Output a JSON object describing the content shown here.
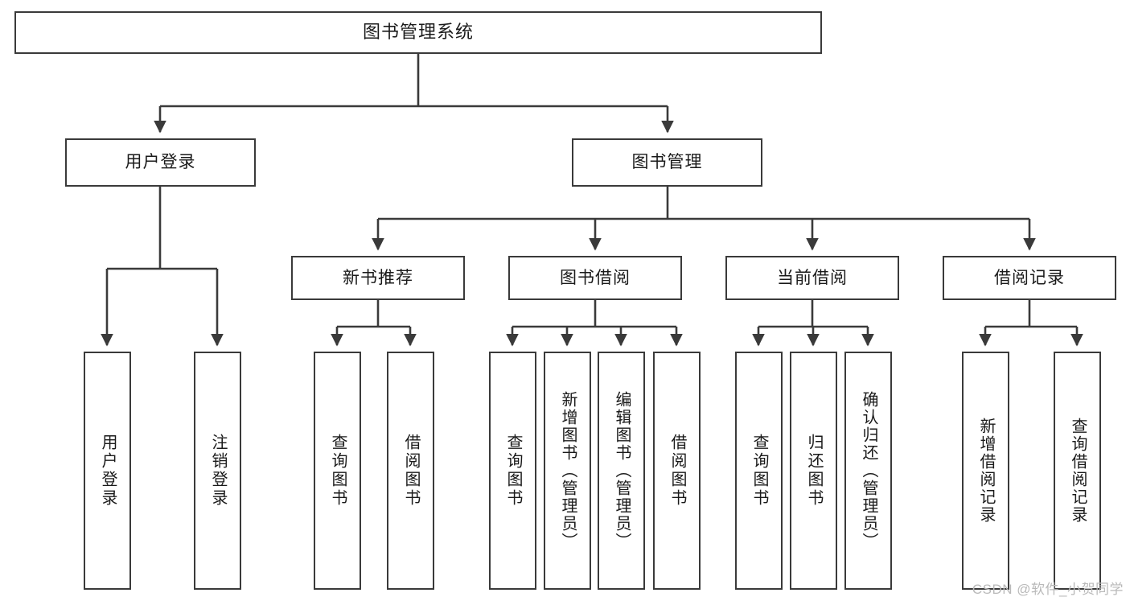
{
  "diagram": {
    "kind": "functional-structure-tree",
    "root": {
      "id": "root",
      "label": "图书管理系统"
    },
    "level2": [
      {
        "id": "user-login",
        "label": "用户登录"
      },
      {
        "id": "book-manage",
        "label": "图书管理"
      }
    ],
    "level3": [
      {
        "id": "new-book-rec",
        "label": "新书推荐",
        "parent": "book-manage"
      },
      {
        "id": "book-borrow",
        "label": "图书借阅",
        "parent": "book-manage"
      },
      {
        "id": "current-borrow",
        "label": "当前借阅",
        "parent": "book-manage"
      },
      {
        "id": "borrow-record",
        "label": "借阅记录",
        "parent": "book-manage"
      }
    ],
    "leaves": [
      {
        "id": "leaf-user-login",
        "label": "用户登录",
        "parent": "user-login"
      },
      {
        "id": "leaf-user-logout",
        "label": "注销登录",
        "parent": "user-login"
      },
      {
        "id": "leaf-query-book-1",
        "label": "查询图书",
        "parent": "new-book-rec"
      },
      {
        "id": "leaf-borrow-book-1",
        "label": "借阅图书",
        "parent": "new-book-rec"
      },
      {
        "id": "leaf-query-book-2",
        "label": "查询图书",
        "parent": "book-borrow"
      },
      {
        "id": "leaf-add-book",
        "label": "新增图书（管理员）",
        "parent": "book-borrow"
      },
      {
        "id": "leaf-edit-book",
        "label": "编辑图书（管理员）",
        "parent": "book-borrow"
      },
      {
        "id": "leaf-borrow-book-2",
        "label": "借阅图书",
        "parent": "book-borrow"
      },
      {
        "id": "leaf-query-book-3",
        "label": "查询图书",
        "parent": "current-borrow"
      },
      {
        "id": "leaf-return-book",
        "label": "归还图书",
        "parent": "current-borrow"
      },
      {
        "id": "leaf-confirm-return",
        "label": "确认归还（管理员）",
        "parent": "current-borrow"
      },
      {
        "id": "leaf-add-record",
        "label": "新增借阅记录",
        "parent": "borrow-record"
      },
      {
        "id": "leaf-query-record",
        "label": "查询借阅记录",
        "parent": "borrow-record"
      }
    ]
  },
  "watermark": {
    "text": "CSDN @软件_小贺同学"
  },
  "colors": {
    "stroke": "#3a3a3a",
    "fill": "#ffffff",
    "text": "#1a1a1a",
    "watermark": "#b9b9b9"
  }
}
